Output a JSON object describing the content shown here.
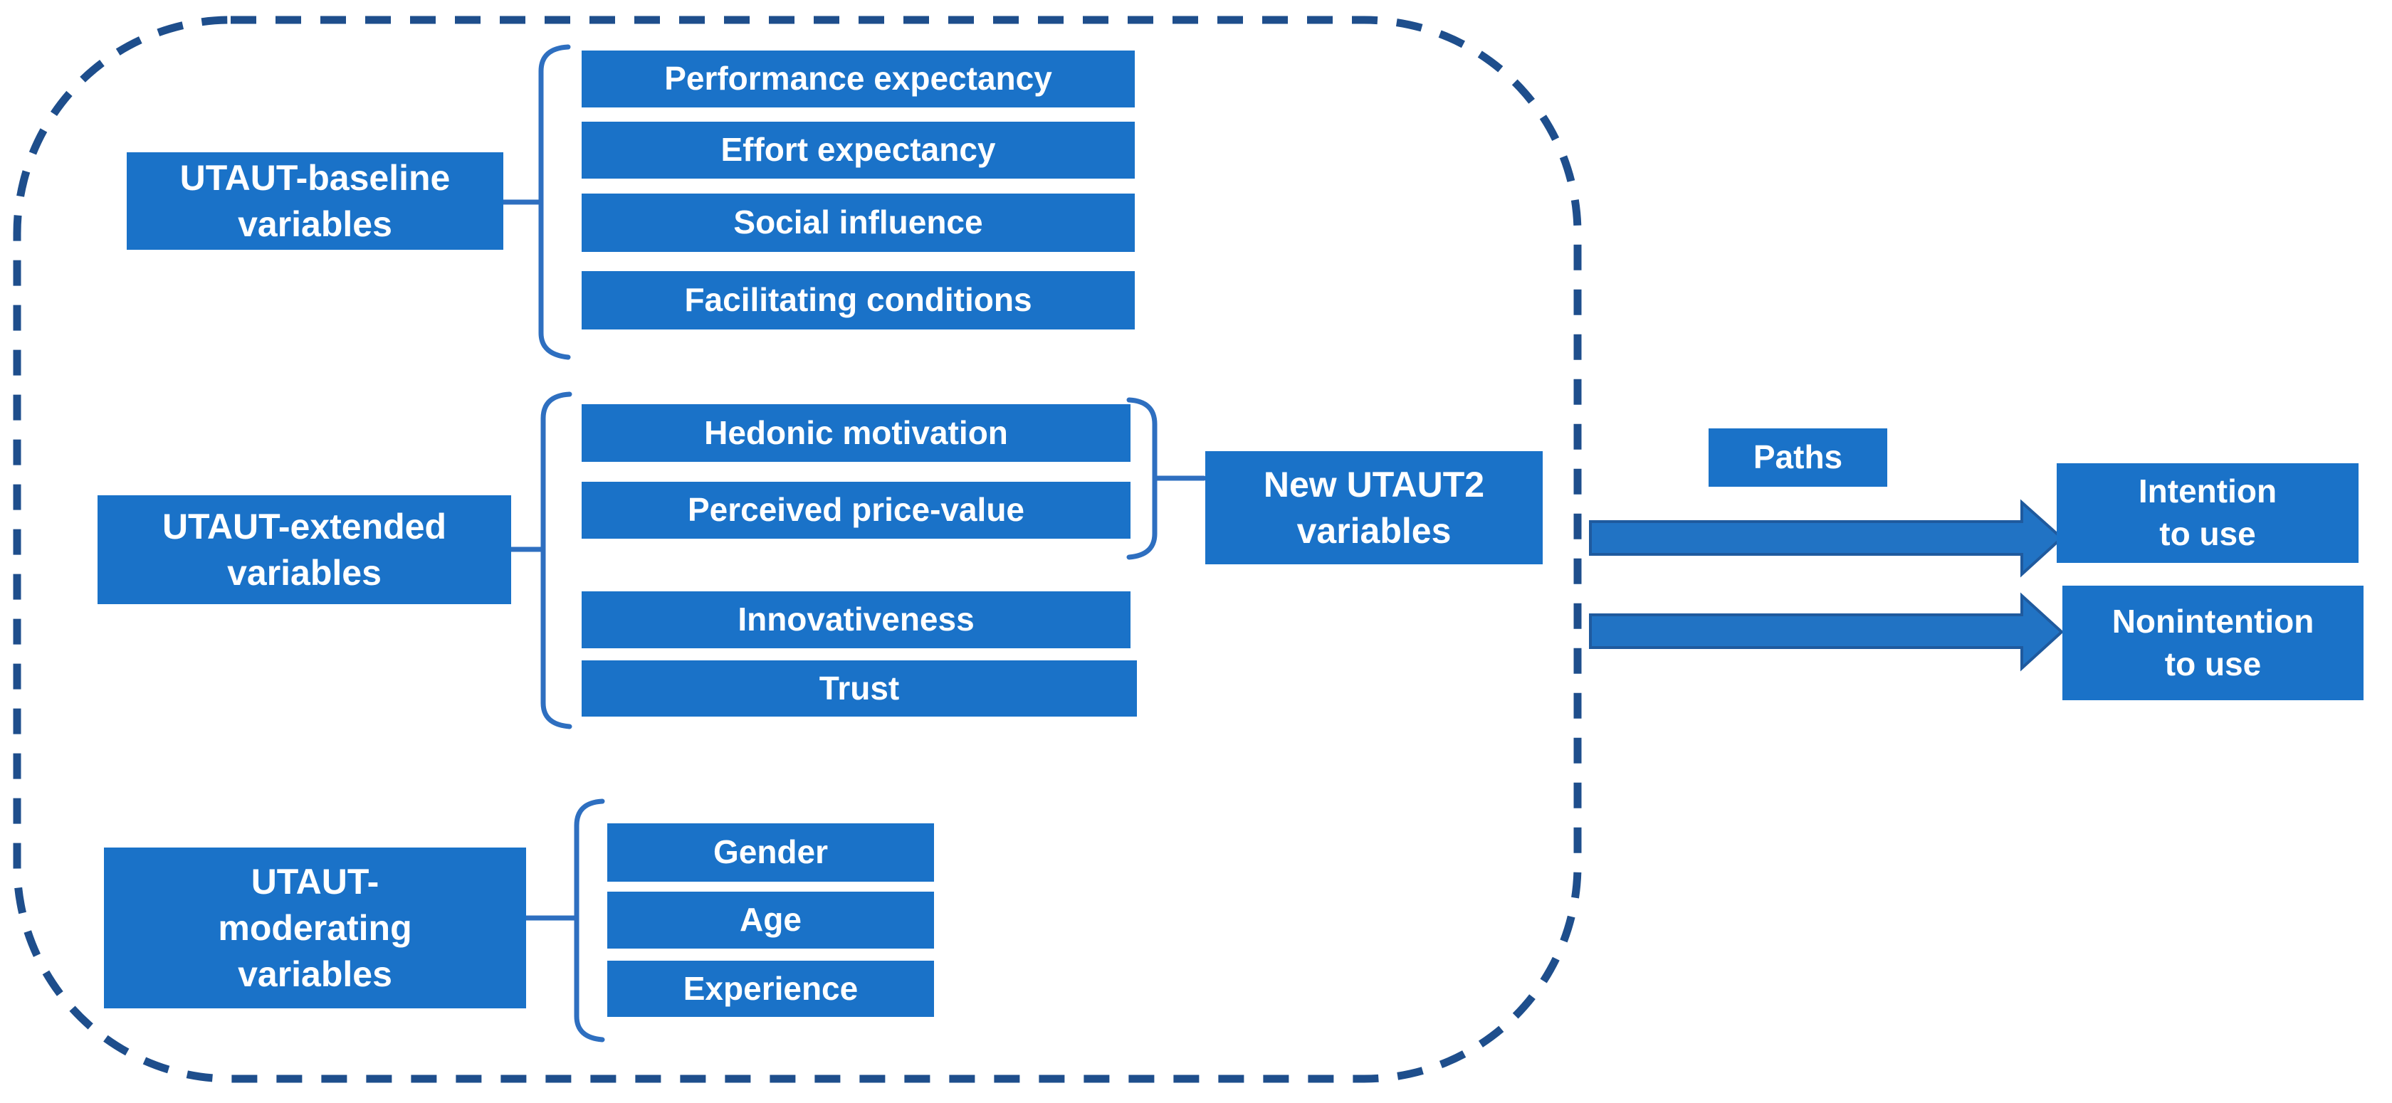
{
  "colors": {
    "box_fill": "#1a72c8",
    "box_text": "#ffffff",
    "bracket": "#2e6fc0",
    "dashed_border": "#1e4e8c",
    "arrow_fill": "#2173c4",
    "arrow_stroke": "#1f5a9e"
  },
  "sections": {
    "baseline": {
      "parent": "UTAUT-baseline\nvariables",
      "children": [
        "Performance expectancy",
        "Effort expectancy",
        "Social influence",
        "Facilitating conditions"
      ]
    },
    "extended": {
      "parent": "UTAUT-extended\nvariables",
      "children_grouped": [
        "Hedonic motivation",
        "Perceived price-value"
      ],
      "grouped_result": "New UTAUT2\nvariables",
      "children_other": [
        "Innovativeness",
        "Trust"
      ]
    },
    "moderating": {
      "parent": "UTAUT-\nmoderating\nvariables",
      "children": [
        "Gender",
        "Age",
        "Experience"
      ]
    }
  },
  "paths_label": "Paths",
  "outcomes": {
    "intention": "Intention\nto use",
    "nonintention": "Nonintention\nto use"
  }
}
